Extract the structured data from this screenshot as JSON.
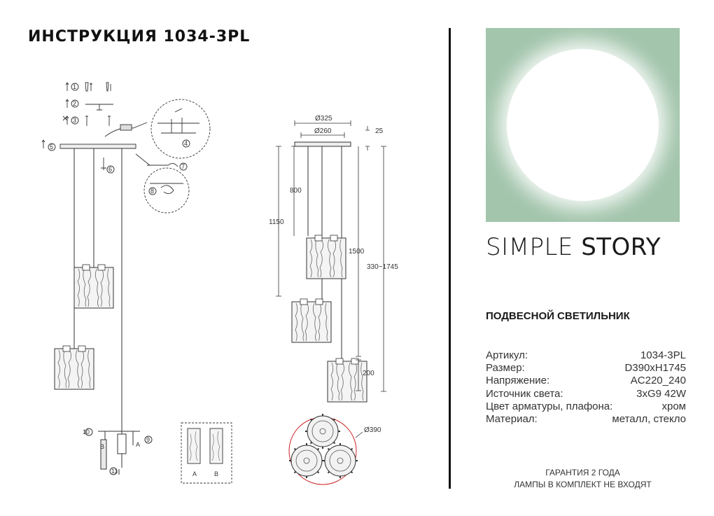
{
  "header": {
    "title": "ИНСТРУКЦИЯ 1034-3PL"
  },
  "brand": {
    "word1": "SIMPLE",
    "word2": "STORY"
  },
  "colors": {
    "logo_bg": "#a3c5ac",
    "accent_red": "#cc2222",
    "line": "#333333"
  },
  "product_type": "ПОДВЕСНОЙ СВЕТИЛЬНИК",
  "specs": [
    {
      "label": "Артикул:",
      "value": "1034-3PL"
    },
    {
      "label": "Размер:",
      "value": "D390xH1745"
    },
    {
      "label": "Напряжение:",
      "value": "AC220_240"
    },
    {
      "label": "Источник света:",
      "value": "3xG9 42W"
    },
    {
      "label": "Цвет арматуры, плафона:",
      "value": "хром"
    },
    {
      "label": "Материал:",
      "value": "металл, стекло"
    }
  ],
  "footer": {
    "line1": "ГАРАНТИЯ 2 ГОДА",
    "line2": "ЛАМПЫ В КОМПЛЕКТ НЕ ВХОДЯТ"
  },
  "assembly": {
    "steps": [
      "1",
      "2",
      "3",
      "4",
      "5",
      "6",
      "7",
      "8",
      "9",
      "10",
      "11"
    ],
    "shade_labels": [
      "A",
      "B"
    ],
    "wire_labels": [
      "B",
      "A"
    ]
  },
  "dimensions": {
    "d_outer": "Ø325",
    "d_inner": "Ø260",
    "canopy_h": "25",
    "short": "800",
    "mid": "1150",
    "long": "1500",
    "range": "330~1745",
    "shade": "200",
    "total_d": "Ø390"
  }
}
